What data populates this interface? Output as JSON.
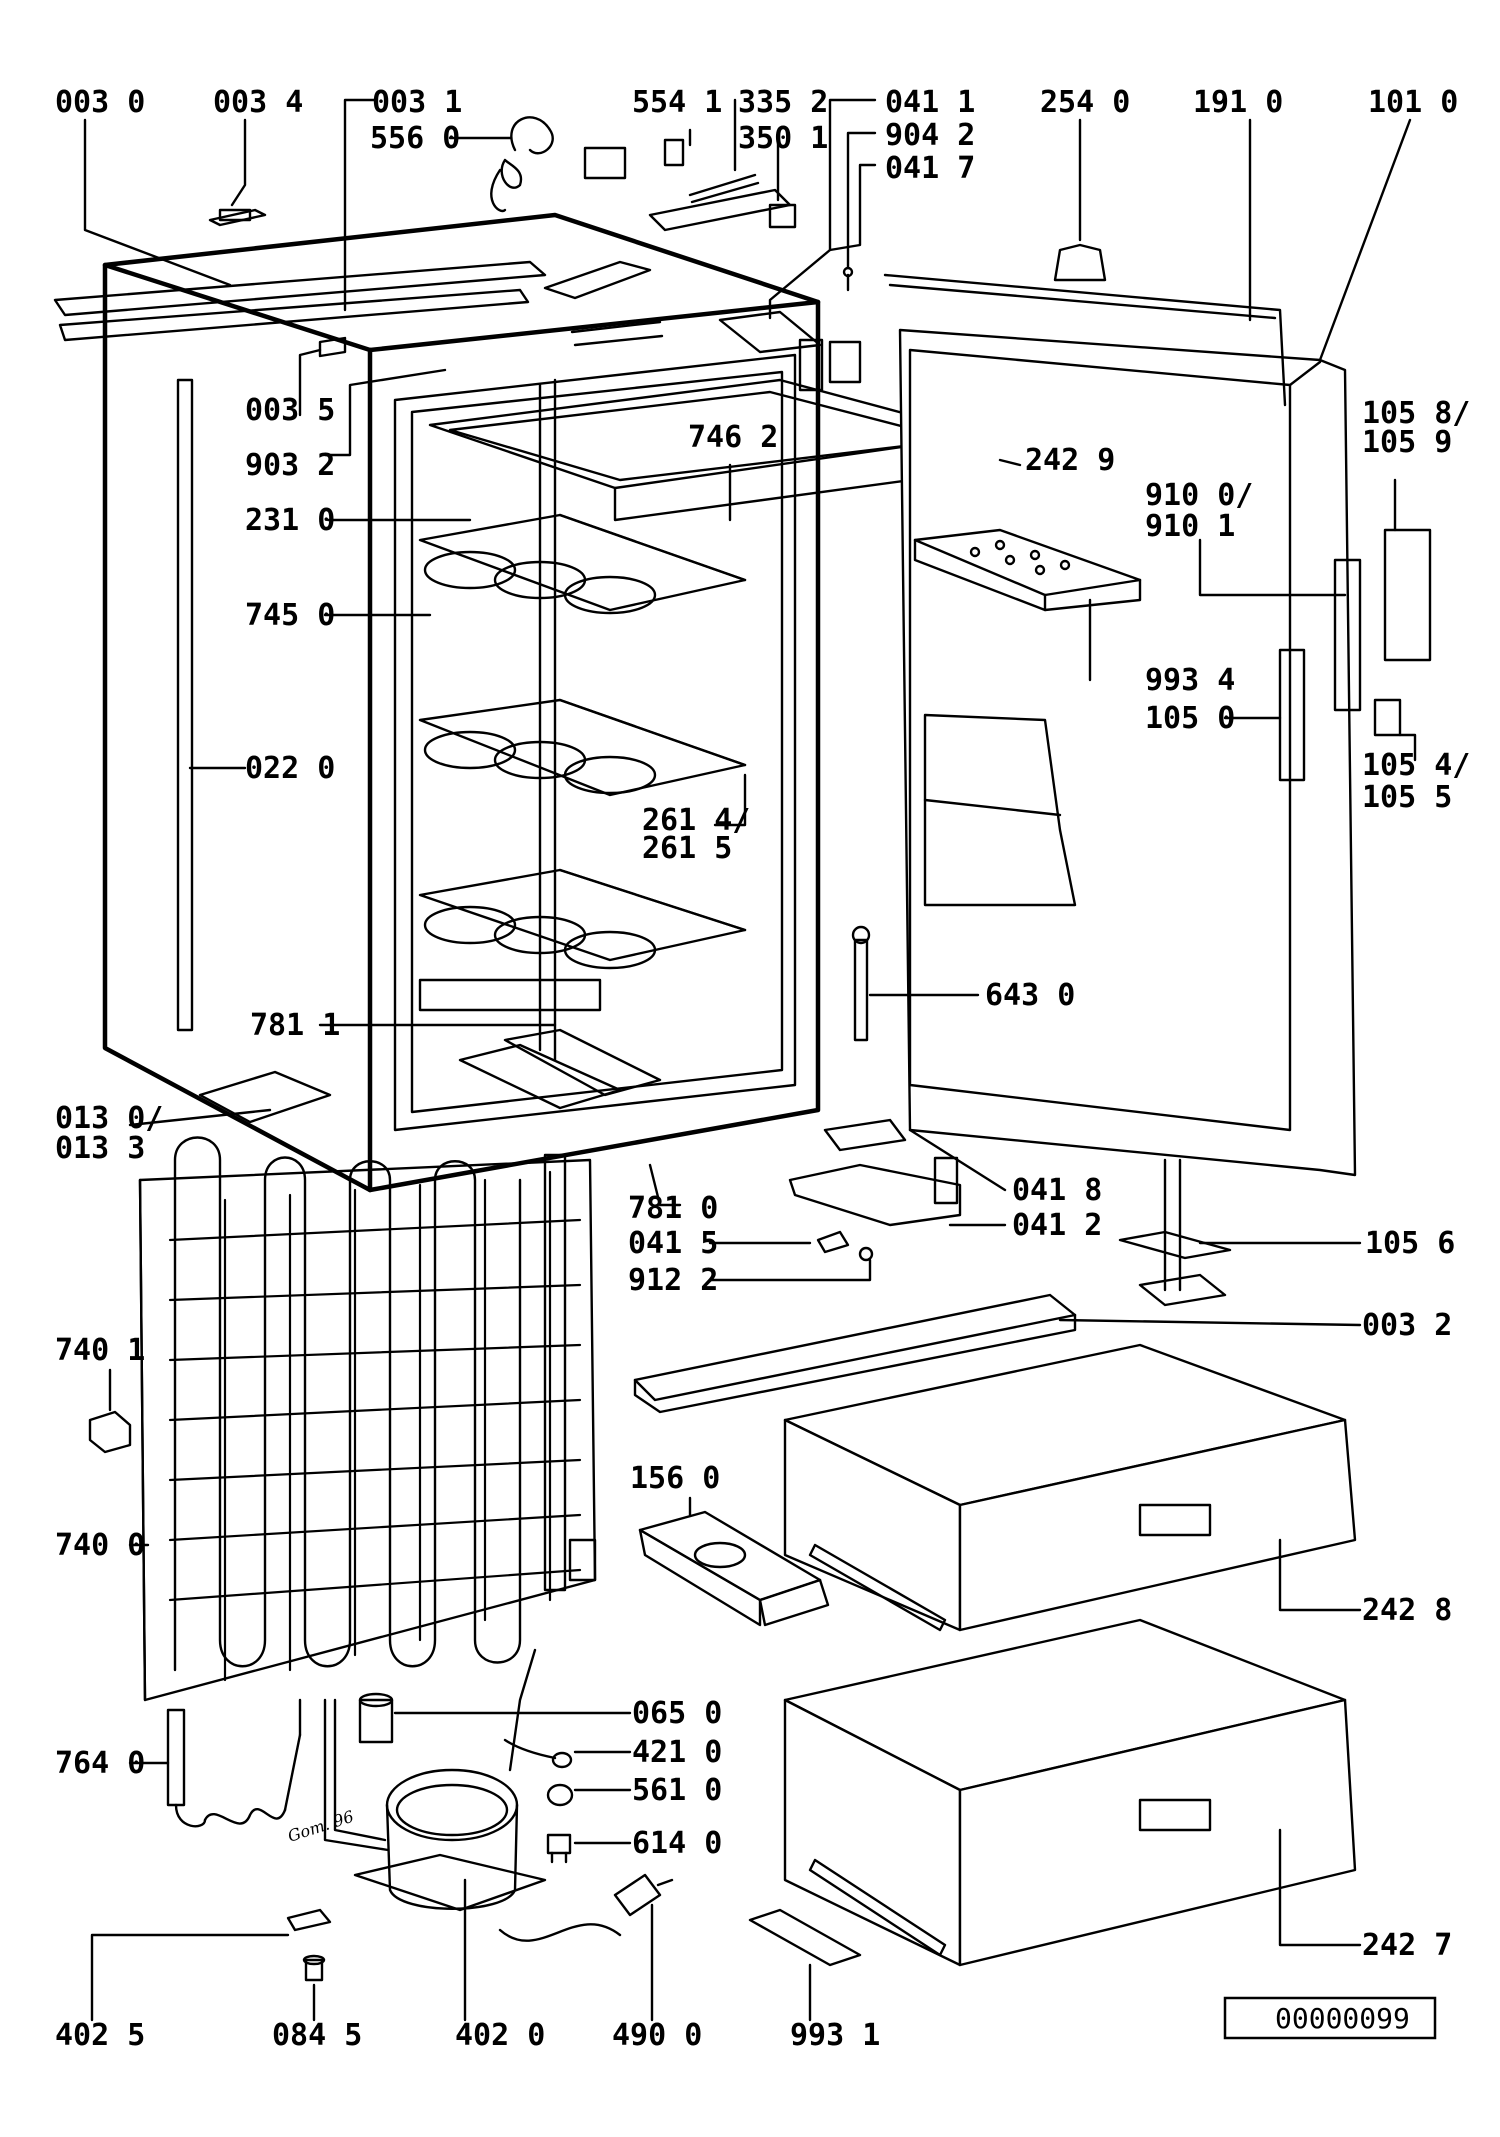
{
  "diagram": {
    "labels": [
      "003 0",
      "003 4",
      "003 1",
      "556 0",
      "554 1",
      "335 2",
      "350 1",
      "041 1",
      "904 2",
      "041 7",
      "254 0",
      "191 0",
      "101 0",
      "003 5",
      "903 2",
      "746 2",
      "242 9",
      "105 8/",
      "105 9",
      "231 0",
      "910 0/",
      "910 1",
      "745 0",
      "993 4",
      "105 0",
      "022 0",
      "105 4/",
      "105 5",
      "261 4/",
      "261 5",
      "643 0",
      "781 1",
      "013 0/",
      "013 3",
      "041 8",
      "041 2",
      "781 0",
      "041 5",
      "105 6",
      "912 2",
      "003 2",
      "740 1",
      "156 0",
      "740 0",
      "242 8",
      "065 0",
      "421 0",
      "764 0",
      "561 0",
      "614 0",
      "242 7",
      "402 5",
      "084 5",
      "402 0",
      "490 0",
      "993 1"
    ],
    "document_id": "00000099",
    "signature": "Gom. 96"
  }
}
